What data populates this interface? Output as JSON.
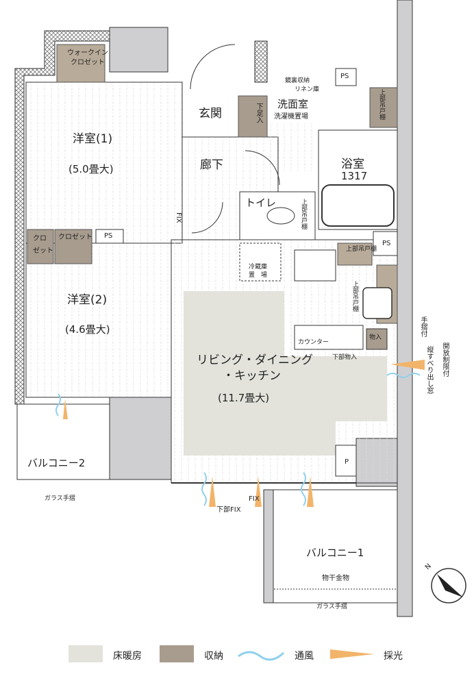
{
  "colors": {
    "floor_heating": "#e3e3dc",
    "storage": "#a89c8e",
    "ventilation": "#8fd0ee",
    "daylight": "#f2b46a",
    "wall_gray": "#cfcfd1",
    "wall_line": "#333333"
  },
  "rooms": {
    "walkin_closet": [
      "ウォークイン",
      "クロゼット"
    ],
    "western1": {
      "name": "洋室(1)",
      "size": "(5.0畳大)"
    },
    "western2": {
      "name": "洋室(2)",
      "size": "(4.6畳大)"
    },
    "entrance": "玄関",
    "shoe_storage": "下足入",
    "mirror_storage": "鏡裏収納",
    "linen": "リネン庫",
    "washroom": "洗面室",
    "washer": "洗濯機置場",
    "hallway": "廊下",
    "bath": {
      "name": "浴室",
      "size": "1317"
    },
    "toilet": "トイレ",
    "upper_cabinet": "上部吊戸棚",
    "fix": "FIX",
    "lower_fix": "下部FIX",
    "ps": "PS",
    "closet_a": [
      "クロ",
      "ゼット"
    ],
    "closet_b": "クロゼット",
    "fridge": [
      "冷蔵庫",
      "置　場"
    ],
    "counter": "カウンター",
    "storage": "物入",
    "lower_storage": "下部物入",
    "ldk": {
      "name1": "リビング・ダイニング",
      "name2": "・キッチン",
      "size": "(11.7畳大)"
    },
    "handrail": "手摺付",
    "window": "縦すべり出し窓",
    "open_limit": "開放制限付",
    "balcony1": "バルコニー1",
    "balcony2": "バルコニー2",
    "drying": "物干金物",
    "glass_rail": "ガラス手摺",
    "p": "P"
  },
  "compass": {
    "label": "N"
  },
  "legend": [
    {
      "label": "床暖房",
      "kind": "floor_heating"
    },
    {
      "label": "収納",
      "kind": "storage"
    },
    {
      "label": "通風",
      "kind": "ventilation"
    },
    {
      "label": "採光",
      "kind": "daylight"
    }
  ]
}
